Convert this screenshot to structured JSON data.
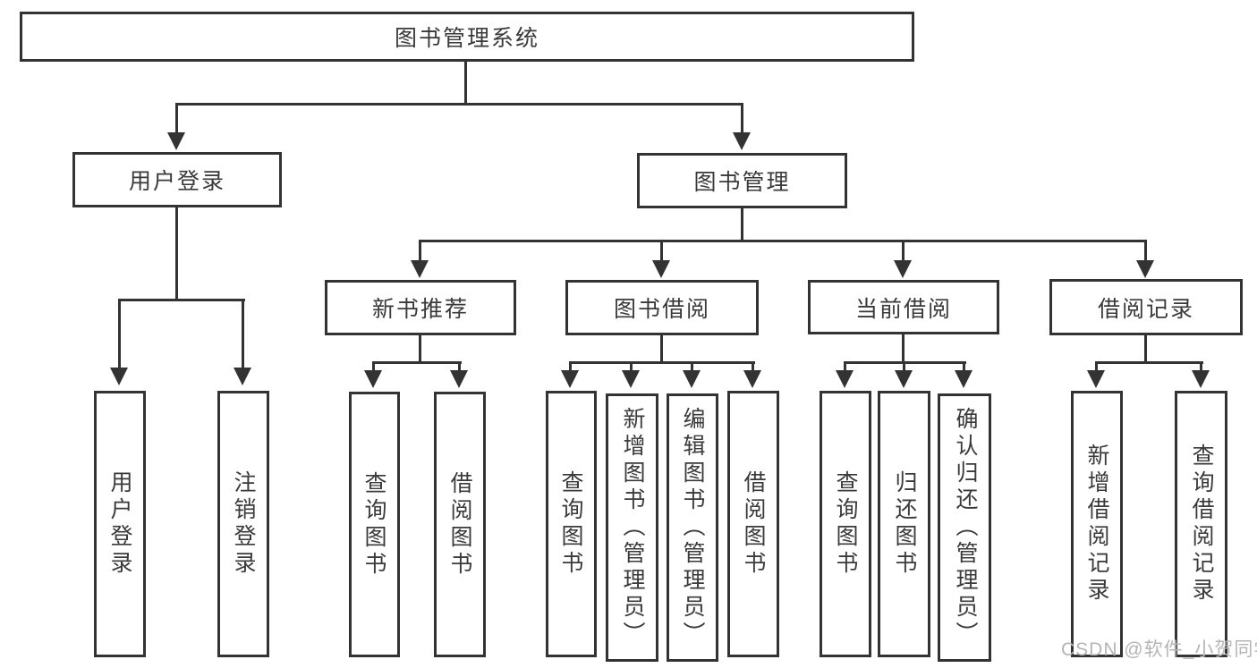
{
  "diagram": {
    "title": "图书管理系统",
    "branches": [
      {
        "label": "用户登录",
        "children": [
          {
            "label": "用户登录"
          },
          {
            "label": "注销登录"
          }
        ]
      },
      {
        "label": "图书管理",
        "children": [
          {
            "label": "新书推荐",
            "children": [
              {
                "label": "查询图书"
              },
              {
                "label": "借阅图书"
              }
            ]
          },
          {
            "label": "图书借阅",
            "children": [
              {
                "label": "查询图书"
              },
              {
                "label": "新增图书（管理员）"
              },
              {
                "label": "编辑图书（管理员）"
              },
              {
                "label": "借阅图书"
              }
            ]
          },
          {
            "label": "当前借阅",
            "children": [
              {
                "label": "查询图书"
              },
              {
                "label": "归还图书"
              },
              {
                "label": "确认归还（管理员）"
              }
            ]
          },
          {
            "label": "借阅记录",
            "children": [
              {
                "label": "新增借阅记录"
              },
              {
                "label": "查询借阅记录"
              }
            ]
          }
        ]
      }
    ],
    "watermark": "CSDN @软件_小贺同学"
  },
  "colors": {
    "line": "#333333",
    "text": "#3a3a3a",
    "watermark": "#b5b5b5",
    "background": "#ffffff"
  }
}
